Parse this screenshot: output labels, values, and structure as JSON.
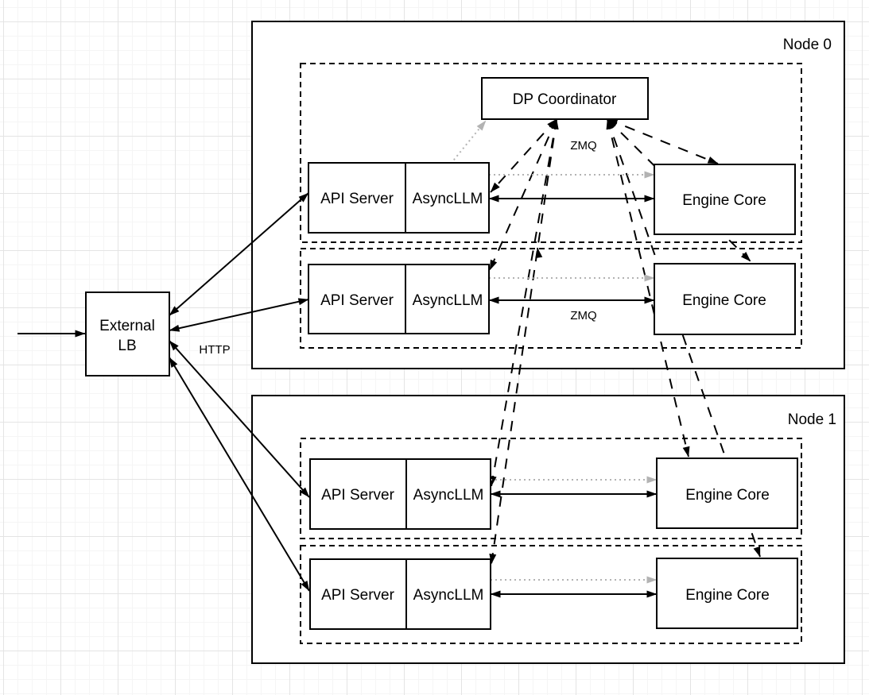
{
  "external_lb": {
    "line1": "External",
    "line2": "LB"
  },
  "coordinator": {
    "label": "DP Coordinator"
  },
  "labels": {
    "http": "HTTP",
    "zmq_coordinator": "ZMQ",
    "zmq_engine": "ZMQ"
  },
  "nodes": [
    {
      "label": "Node 0",
      "rows": [
        {
          "api_server": "API Server",
          "async_llm": "AsyncLLM",
          "engine_core": "Engine Core"
        },
        {
          "api_server": "API Server",
          "async_llm": "AsyncLLM",
          "engine_core": "Engine Core"
        }
      ]
    },
    {
      "label": "Node 1",
      "rows": [
        {
          "api_server": "API Server",
          "async_llm": "AsyncLLM",
          "engine_core": "Engine Core"
        },
        {
          "api_server": "API Server",
          "async_llm": "AsyncLLM",
          "engine_core": "Engine Core"
        }
      ]
    }
  ],
  "colors": {
    "line": "#000000",
    "handshake_dotted": "#b3b3b3",
    "box_fill": "#ffffff",
    "background": "#ffffff",
    "grid_minor": "#f5f5f5",
    "grid_major": "#e4e4e4"
  }
}
